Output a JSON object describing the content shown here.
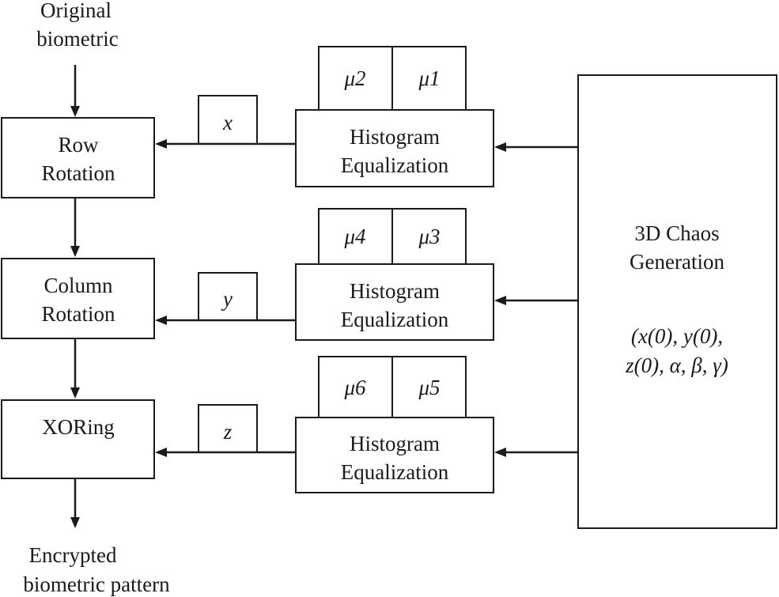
{
  "input_label": {
    "line1": "Original",
    "line2": "biometric"
  },
  "output_label": {
    "line1": "Encrypted",
    "line2": "biometric pattern"
  },
  "row_rotation": {
    "line1": "Row",
    "line2": "Rotation"
  },
  "column_rotation": {
    "line1": "Column",
    "line2": "Rotation"
  },
  "xoring": {
    "label": "XORing"
  },
  "histogram_1": {
    "line1": "Histogram",
    "line2": "Equalization",
    "param_left": "μ2",
    "param_right": "μ1",
    "output_var": "x"
  },
  "histogram_2": {
    "line1": "Histogram",
    "line2": "Equalization",
    "param_left": "μ4",
    "param_right": "μ3",
    "output_var": "y"
  },
  "histogram_3": {
    "line1": "Histogram",
    "line2": "Equalization",
    "param_left": "μ6",
    "param_right": "μ5",
    "output_var": "z"
  },
  "chaos": {
    "line1": "3D Chaos",
    "line2": "Generation",
    "line3": "(x(0), y(0),",
    "line4": "z(0), α, β,  γ)"
  }
}
